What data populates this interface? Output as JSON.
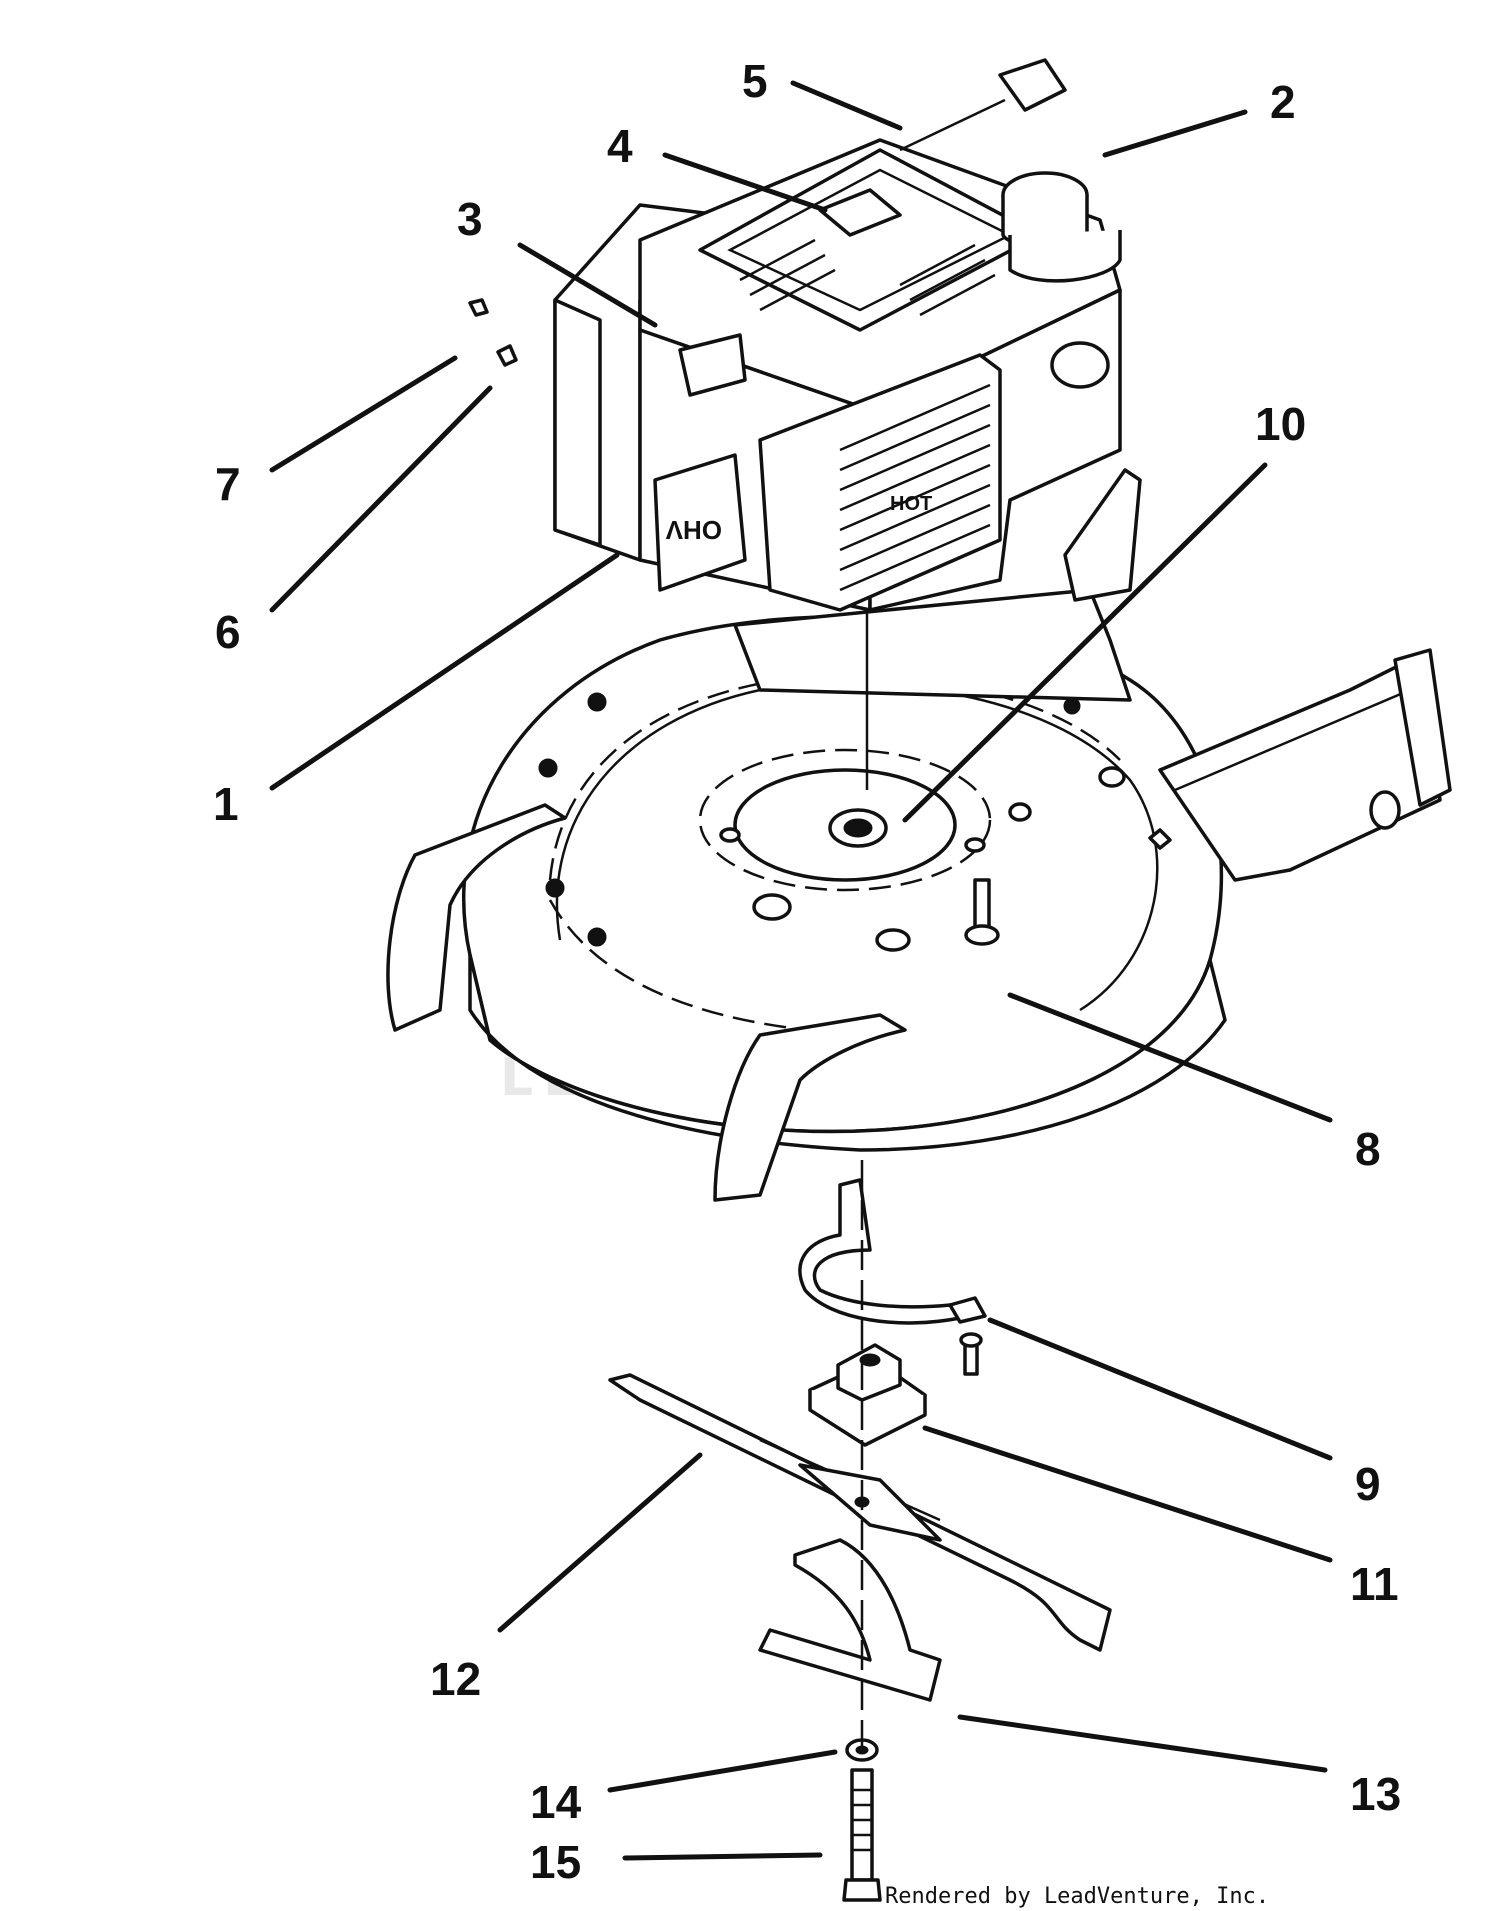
{
  "diagram": {
    "labels": [
      "1",
      "2",
      "3",
      "4",
      "5",
      "6",
      "7",
      "8",
      "9",
      "10",
      "11",
      "12",
      "13",
      "14",
      "15"
    ],
    "vent_text": "HOT",
    "ohv_text": "OHV",
    "watermark": "LEADVENTURE"
  },
  "footer": {
    "text": "Rendered by LeadVenture, Inc."
  }
}
